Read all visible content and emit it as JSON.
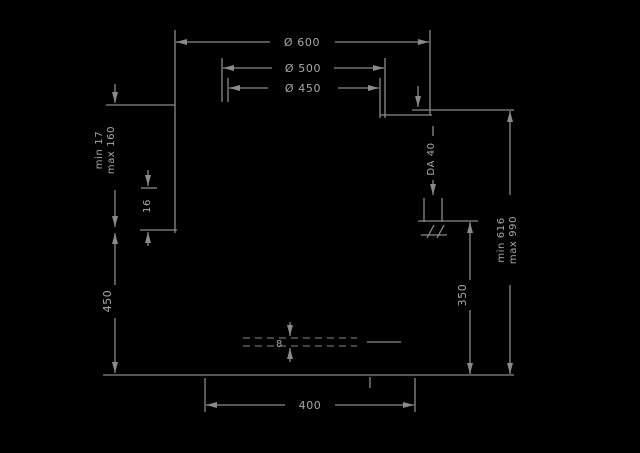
{
  "drawing": {
    "background": "#000000",
    "line_color": "#8a8a8a",
    "text_color": "#a8a8a8",
    "labels": {
      "top_diameter": "Ø 600",
      "mid_diameter": "Ø 500",
      "inner_diameter": "Ø 450",
      "left_range_min": "min 17",
      "left_range_max": "max 160",
      "left_offset": "16",
      "left_height": "450",
      "pipe_diameter": "DA 40",
      "right_height": "350",
      "right_range_min": "min 616",
      "right_range_max": "max 990",
      "bottom_width": "400",
      "center_gap": "8"
    }
  }
}
